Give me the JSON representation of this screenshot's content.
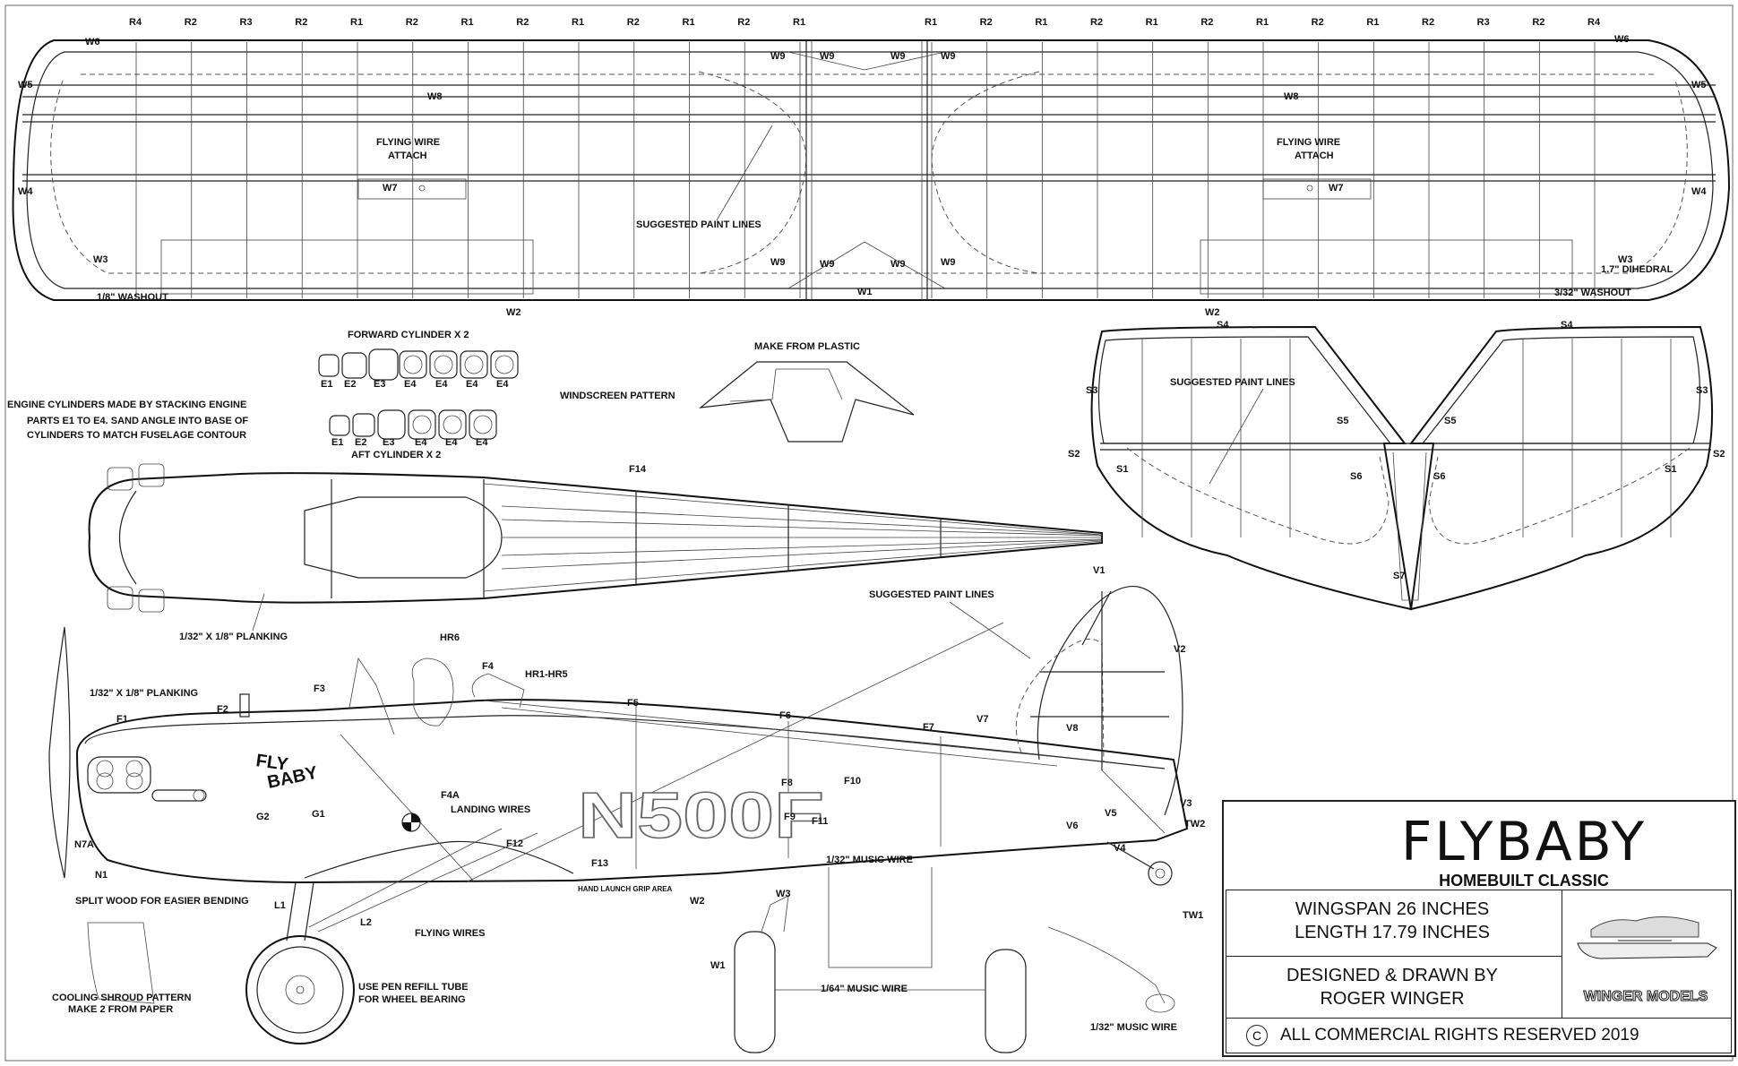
{
  "wing": {
    "rib_labels_top": [
      "R4",
      "R2",
      "R3",
      "R2",
      "R1",
      "R2",
      "R1",
      "R2",
      "R1",
      "R2",
      "R1",
      "R2",
      "R1",
      "R1",
      "R2",
      "R1",
      "R2",
      "R1",
      "R2",
      "R1",
      "R2",
      "R1",
      "R2",
      "R3",
      "R2",
      "R4"
    ],
    "spar_labels": [
      "W6",
      "W5",
      "W4",
      "W3",
      "W2",
      "W1",
      "W6",
      "W5",
      "W4",
      "W3",
      "W2"
    ],
    "w9_labels": [
      "W9",
      "W9",
      "W9",
      "W9"
    ],
    "w8": "W8",
    "w7": "W7",
    "flying_wire_attach": "FLYING WIRE",
    "flying_wire_attach2": "ATTACH",
    "paint_lines": "SUGGESTED PAINT LINES",
    "washout_left": "1/8\" WASHOUT",
    "washout_right": "3/32\" WASHOUT",
    "dihedral": "1.7\" DIHEDRAL"
  },
  "engine": {
    "forward_cyl": "FORWARD CYLINDER X 2",
    "aft_cyl": "AFT CYLINDER X 2",
    "parts_fwd": [
      "E1",
      "E2",
      "E3",
      "E4",
      "E4",
      "E4",
      "E4"
    ],
    "parts_aft": [
      "E1",
      "E2",
      "E3",
      "E4",
      "E4",
      "E4"
    ],
    "note1": "ENGINE CYLINDERS MADE BY STACKING ENGINE",
    "note2": "PARTS E1 TO E4. SAND ANGLE INTO BASE OF",
    "note3": "CYLINDERS TO MATCH FUSELAGE CONTOUR"
  },
  "windscreen": {
    "make_from": "MAKE FROM PLASTIC",
    "pattern": "WINDSCREEN PATTERN"
  },
  "stab": {
    "s4": "S4",
    "s3": "S3",
    "s2": "S2",
    "s1": "S1",
    "s5": "S5",
    "s6": "S6",
    "s7": "S7",
    "paint_lines": "SUGGESTED PAINT LINES"
  },
  "fuselage_top": {
    "f14": "F14",
    "planking": "1/32\" X 1/8\" PLANKING"
  },
  "side": {
    "planking": "1/32\" X 1/8\" PLANKING",
    "fly": "FLY",
    "baby": "BABY",
    "reg": "N500F",
    "hr6": "HR6",
    "f4": "F4",
    "hr": "HR1-HR5",
    "f3": "F3",
    "f2": "F2",
    "f1": "F1",
    "f5": "F5",
    "f6": "F6",
    "f7": "F7",
    "v7": "V7",
    "v8": "V8",
    "v1": "V1",
    "v2": "V2",
    "v3": "V3",
    "v4": "V4",
    "v5": "V5",
    "v6": "V6",
    "tw1": "TW1",
    "tw2": "TW2",
    "f8": "F8",
    "f9": "F9",
    "f10": "F10",
    "f11": "F11",
    "f12": "F12",
    "f13": "F13",
    "f4a": "F4A",
    "g1": "G1",
    "g2": "G2",
    "n7a": "N7A",
    "n1": "N1",
    "l1": "L1",
    "l2": "L2",
    "landing": "LANDING WIRES",
    "flying": "FLYING WIRES",
    "hand": "HAND LAUNCH GRIP AREA",
    "split": "SPLIT WOOD FOR EASIER BENDING",
    "shroud1": "COOLING SHROUD PATTERN",
    "shroud2": "MAKE 2 FROM PAPER",
    "pen1": "USE PEN REFILL TUBE",
    "pen2": "FOR WHEEL BEARING",
    "paint_lines": "SUGGESTED PAINT LINES",
    "music1": "1/32\" MUSIC WIRE",
    "music2": "1/64\" MUSIC WIRE",
    "music3": "1/32\" MUSIC WIRE",
    "gw1": "W1",
    "gw2": "W2",
    "gw3": "W3"
  },
  "title_block": {
    "title": "FLYBABY",
    "subtitle": "HOMEBUILT CLASSIC",
    "wingspan": "WINGSPAN 26 INCHES",
    "length": "LENGTH 17.79 INCHES",
    "designed": "DESIGNED & DRAWN BY",
    "author": "ROGER WINGER",
    "copyright_symbol": "C",
    "rights": "ALL COMMERCIAL RIGHTS RESERVED 2019",
    "logo": "WINGER MODELS"
  }
}
